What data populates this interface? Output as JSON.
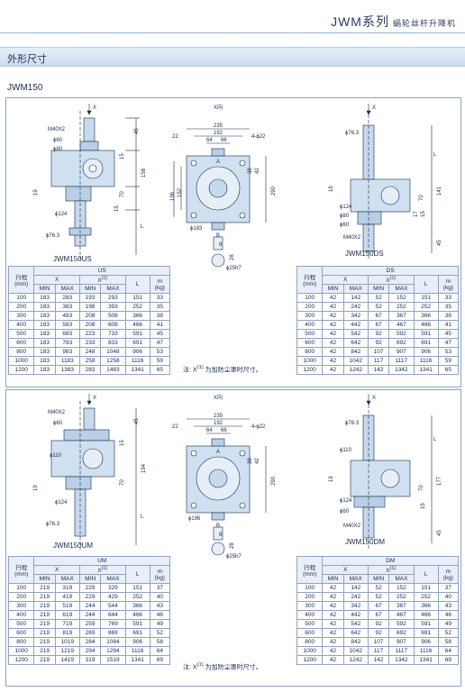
{
  "header": {
    "brand": "JWM系列",
    "subtitle": "蜗轮丝杆升降机"
  },
  "section_title": "外形尺寸",
  "model": "JWM150",
  "tables": [
    {
      "name": "US",
      "rows": [
        [
          "100",
          "183",
          "283",
          "193",
          "293",
          "151",
          "33"
        ],
        [
          "200",
          "183",
          "383",
          "198",
          "393",
          "252",
          "35"
        ],
        [
          "300",
          "183",
          "483",
          "208",
          "508",
          "366",
          "38"
        ],
        [
          "400",
          "183",
          "583",
          "208",
          "608",
          "466",
          "41"
        ],
        [
          "500",
          "183",
          "683",
          "223",
          "733",
          "591",
          "45"
        ],
        [
          "600",
          "183",
          "783",
          "233",
          "833",
          "691",
          "47"
        ],
        [
          "800",
          "183",
          "983",
          "248",
          "1048",
          "906",
          "53"
        ],
        [
          "1000",
          "183",
          "1183",
          "258",
          "1258",
          "1116",
          "59"
        ],
        [
          "1200",
          "183",
          "1383",
          "283",
          "1483",
          "1341",
          "65"
        ]
      ]
    },
    {
      "name": "DS",
      "rows": [
        [
          "100",
          "42",
          "142",
          "52",
          "152",
          "151",
          "33"
        ],
        [
          "200",
          "42",
          "242",
          "52",
          "252",
          "252",
          "35"
        ],
        [
          "300",
          "42",
          "342",
          "67",
          "367",
          "366",
          "38"
        ],
        [
          "400",
          "42",
          "442",
          "67",
          "467",
          "466",
          "41"
        ],
        [
          "500",
          "42",
          "542",
          "92",
          "592",
          "591",
          "45"
        ],
        [
          "600",
          "42",
          "642",
          "92",
          "692",
          "691",
          "47"
        ],
        [
          "800",
          "42",
          "842",
          "107",
          "907",
          "906",
          "53"
        ],
        [
          "1000",
          "42",
          "1042",
          "117",
          "1117",
          "1116",
          "59"
        ],
        [
          "1200",
          "42",
          "1242",
          "142",
          "1342",
          "1341",
          "65"
        ]
      ]
    },
    {
      "name": "UM",
      "rows": [
        [
          "100",
          "219",
          "319",
          "229",
          "329",
          "151",
          "37"
        ],
        [
          "200",
          "219",
          "419",
          "229",
          "429",
          "252",
          "40"
        ],
        [
          "300",
          "219",
          "519",
          "244",
          "544",
          "366",
          "43"
        ],
        [
          "400",
          "219",
          "619",
          "244",
          "644",
          "466",
          "46"
        ],
        [
          "500",
          "219",
          "719",
          "259",
          "769",
          "591",
          "49"
        ],
        [
          "600",
          "219",
          "819",
          "269",
          "869",
          "691",
          "52"
        ],
        [
          "800",
          "219",
          "1019",
          "284",
          "1084",
          "906",
          "58"
        ],
        [
          "1000",
          "219",
          "1219",
          "294",
          "1294",
          "1116",
          "64"
        ],
        [
          "1200",
          "219",
          "1419",
          "319",
          "1519",
          "1341",
          "69"
        ]
      ]
    },
    {
      "name": "DM",
      "rows": [
        [
          "100",
          "42",
          "142",
          "52",
          "152",
          "151",
          "37"
        ],
        [
          "200",
          "42",
          "242",
          "52",
          "252",
          "252",
          "40"
        ],
        [
          "300",
          "42",
          "342",
          "67",
          "367",
          "366",
          "43"
        ],
        [
          "400",
          "42",
          "442",
          "67",
          "467",
          "466",
          "46"
        ],
        [
          "500",
          "42",
          "542",
          "92",
          "592",
          "591",
          "49"
        ],
        [
          "600",
          "42",
          "642",
          "92",
          "692",
          "691",
          "52"
        ],
        [
          "800",
          "42",
          "842",
          "107",
          "907",
          "906",
          "58"
        ],
        [
          "1000",
          "42",
          "1042",
          "117",
          "1117",
          "1116",
          "64"
        ],
        [
          "1200",
          "42",
          "1242",
          "142",
          "1342",
          "1341",
          "69"
        ]
      ]
    }
  ],
  "table_headers": {
    "stroke": "行程",
    "stroke_unit": "(mm)",
    "x": "X",
    "x1": "X",
    "x1_sup": "(1)",
    "l": "L",
    "m": "m",
    "m_unit": "(kg)",
    "min": "MIN",
    "max": "MAX"
  },
  "note": "注: X",
  "note_sup": "(1)",
  "note_rest": " 为加防尘罩时尺寸。",
  "captions": {
    "us": "JWM150US",
    "ds": "JWM150DS",
    "um": "JWM150UM",
    "dm": "JWM150DM"
  },
  "dims": {
    "x": "X",
    "x_dir": "X向",
    "m40x2": "M40X2",
    "d60": "ϕ60",
    "d80": "ϕ80",
    "d110": "ϕ110",
    "d124": "ϕ124",
    "d76": "ϕ76.3",
    "d183": "ϕ183",
    "d196": "ϕ196",
    "d25h7": "ϕ25h7",
    "w235": "235",
    "w192": "192",
    "w64": "64",
    "w66": "66",
    "w22": "22",
    "n4_22": "4-ϕ22",
    "h196": "196",
    "h152": "152",
    "h290": "290",
    "h38": "38",
    "h42": "42",
    "h45": "45",
    "h15": "15",
    "h158": "158",
    "h70": "70",
    "h194": "194",
    "h19": "19",
    "h141": "141",
    "h177": "177",
    "h17": "17",
    "h28": "28",
    "h8": "8",
    "l": "L",
    "a": "A",
    "b": "B"
  }
}
